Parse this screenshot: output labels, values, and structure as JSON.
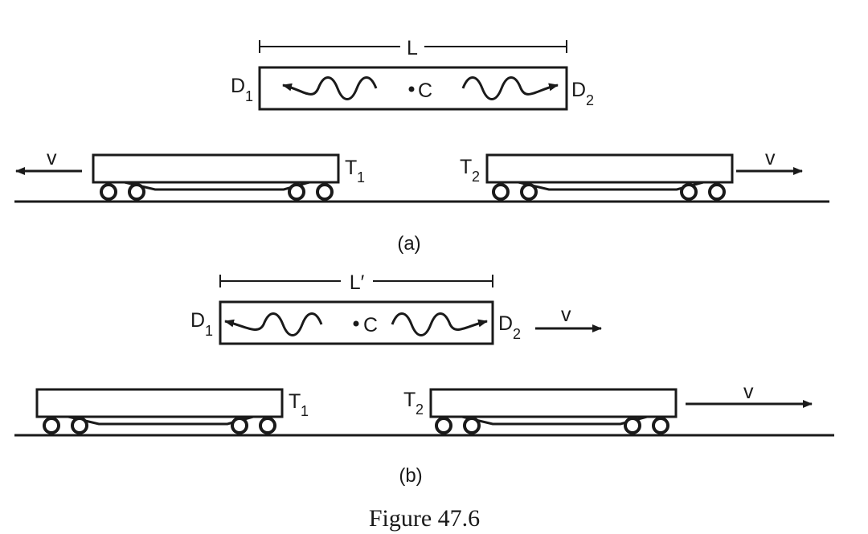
{
  "figure": {
    "caption": "Figure 47.6",
    "panel_a": {
      "label": "(a)",
      "length_label": "L",
      "center_label": "C",
      "detector_left": {
        "letter": "D",
        "sub": "1"
      },
      "detector_right": {
        "letter": "D",
        "sub": "2"
      },
      "train_left": {
        "letter": "T",
        "sub": "1",
        "velocity": "v"
      },
      "train_right": {
        "letter": "T",
        "sub": "2",
        "velocity": "v"
      }
    },
    "panel_b": {
      "label": "(b)",
      "length_label": "L′",
      "center_label": "C",
      "box_velocity": "v",
      "detector_left": {
        "letter": "D",
        "sub": "1"
      },
      "detector_right": {
        "letter": "D",
        "sub": "2"
      },
      "train_left": {
        "letter": "T",
        "sub": "1"
      },
      "train_right": {
        "letter": "T",
        "sub": "2",
        "velocity": "v"
      }
    }
  }
}
